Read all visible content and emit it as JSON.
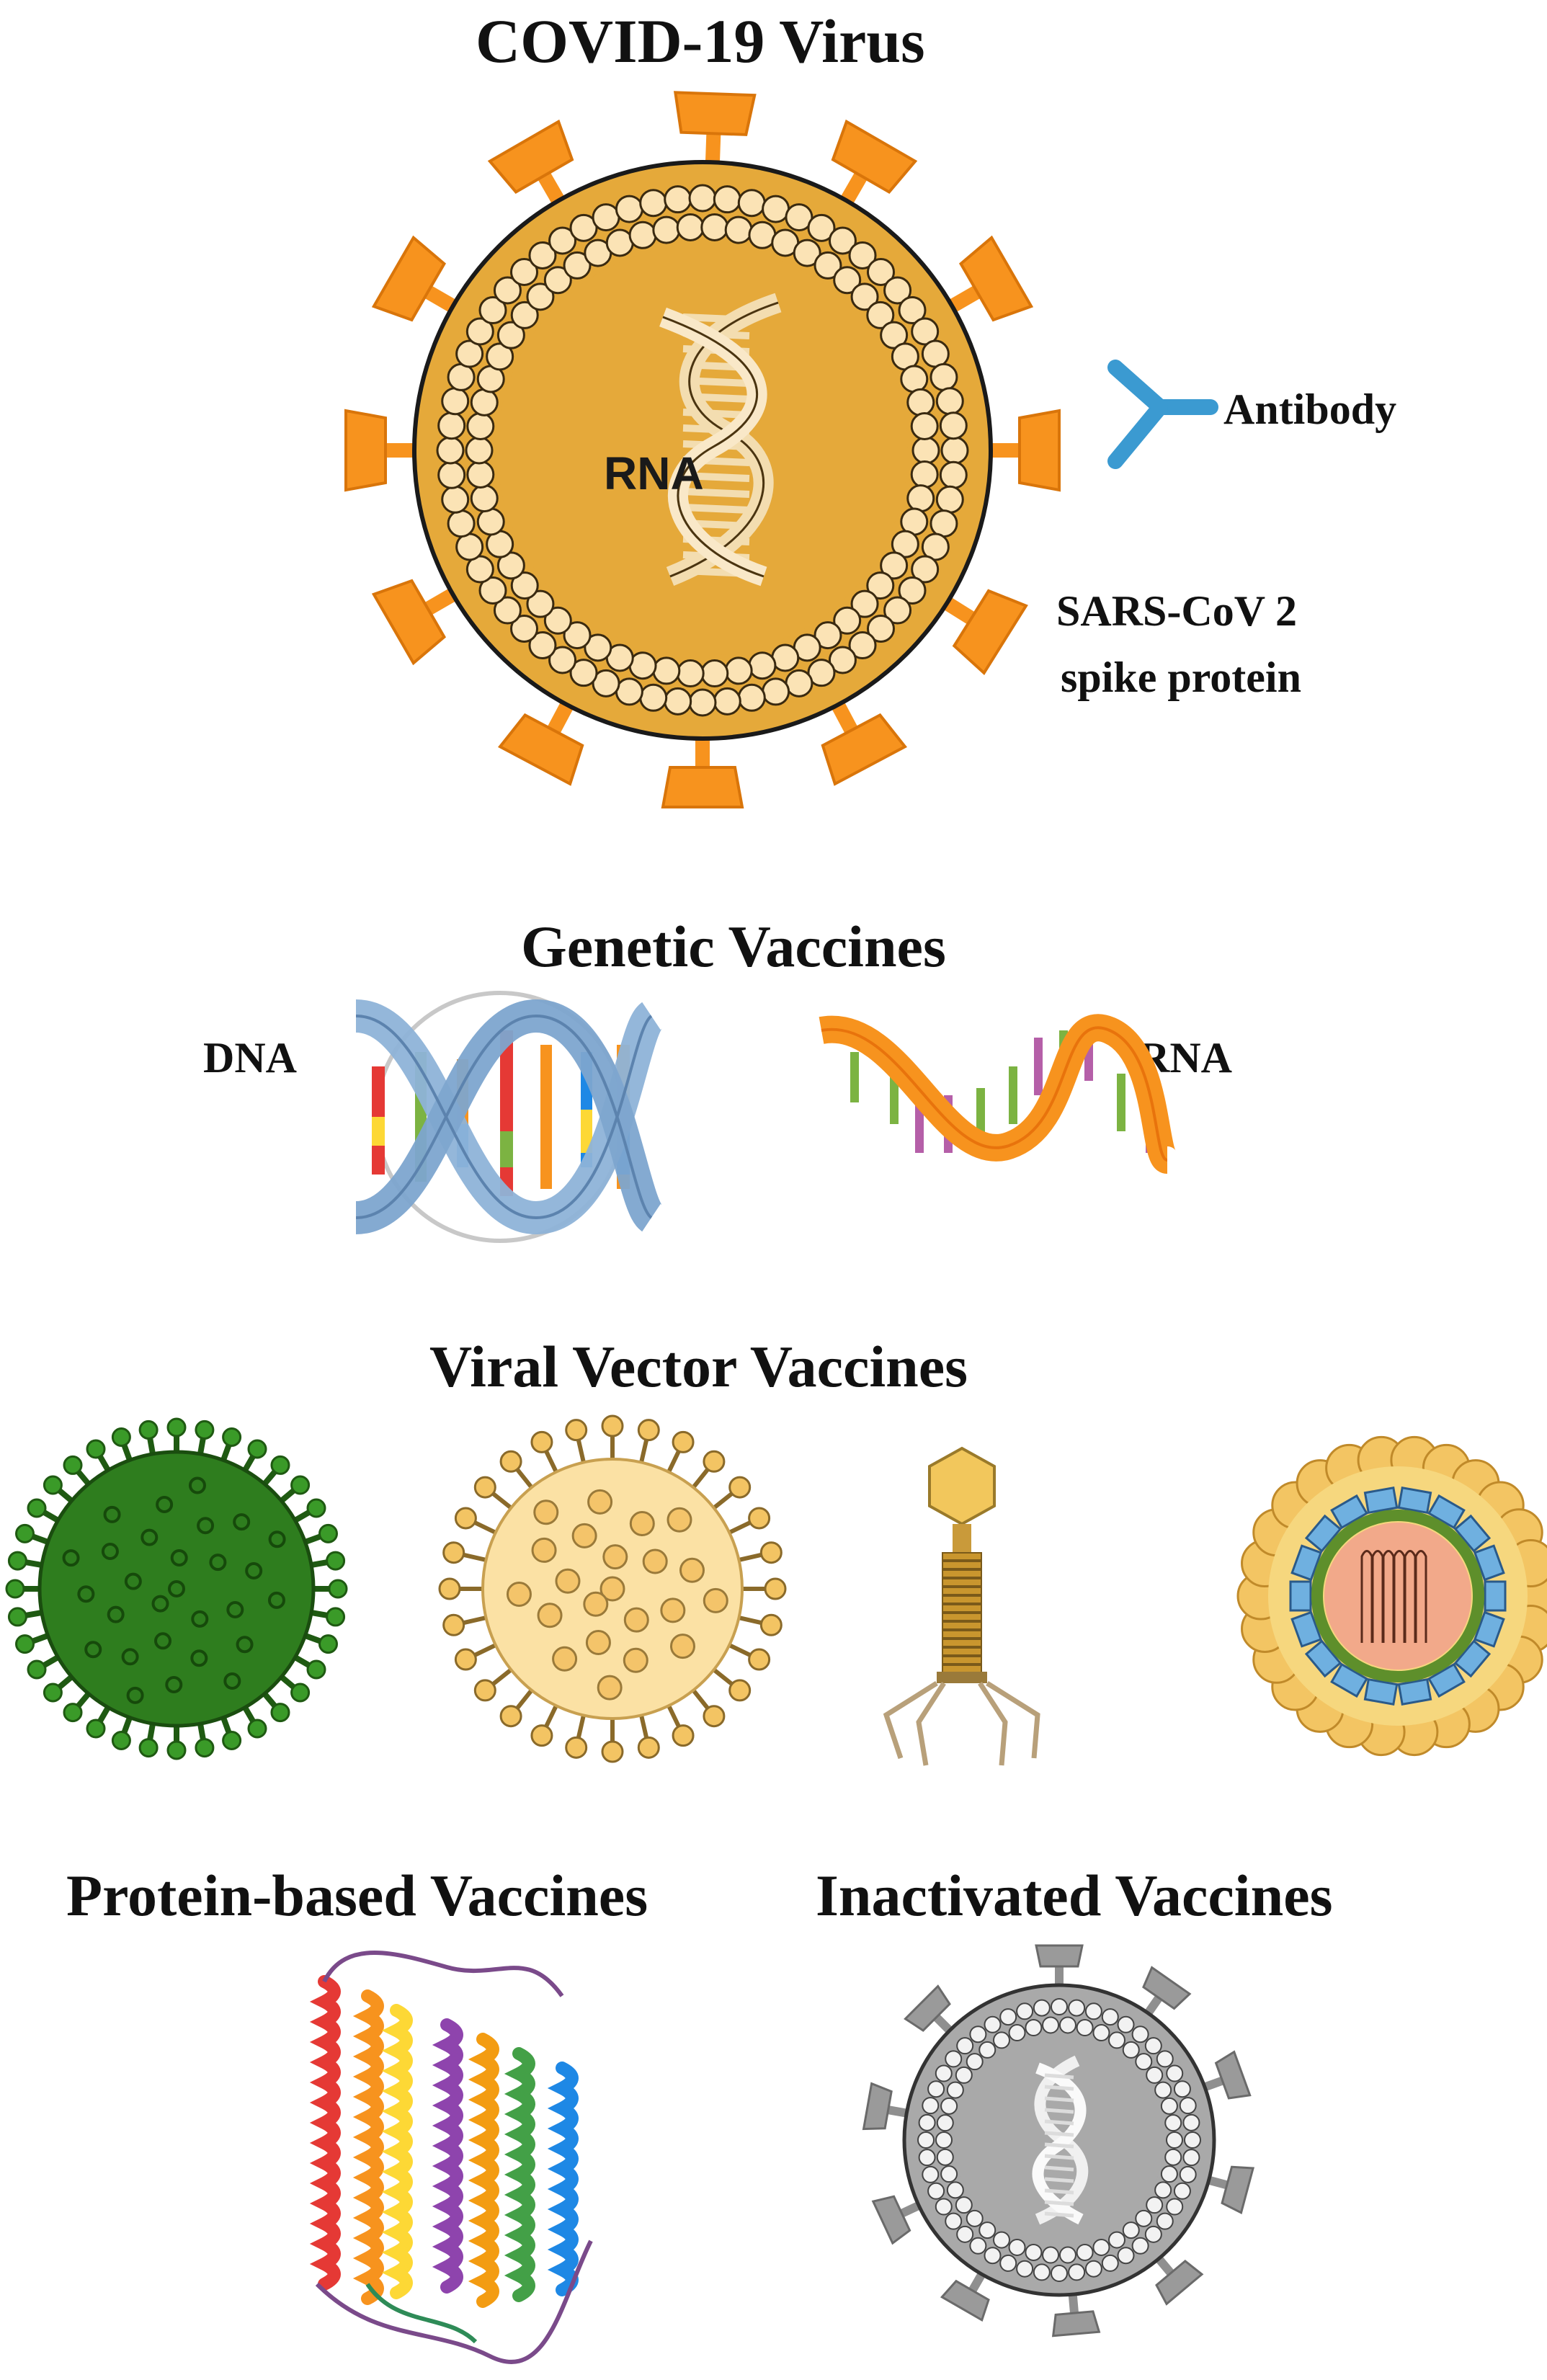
{
  "virus": {
    "title": "COVID-19 Virus",
    "rna_label": "RNA",
    "antibody_label": "Antibody",
    "spike_label_line1": "SARS-CoV 2",
    "spike_label_line2": "spike protein"
  },
  "genetic": {
    "title": "Genetic Vaccines",
    "dna_label": "DNA",
    "rna_label": "RNA"
  },
  "viral_vector": {
    "title": "Viral Vector Vaccines"
  },
  "protein": {
    "title": "Protein-based Vaccines"
  },
  "inactivated": {
    "title": "Inactivated Vaccines"
  },
  "colors": {
    "virus_body": "#E5A93A",
    "spike": "#F7931E",
    "membrane": "#FBE3B5",
    "antibody": "#3B9AD1",
    "dna_strand": "#8EB3D8",
    "rna_strand": "#F7931E",
    "vector_green": "#2E7D1E",
    "vector_yellow": "#F6C65B",
    "inactivated_gray": "#A9A9A9"
  }
}
